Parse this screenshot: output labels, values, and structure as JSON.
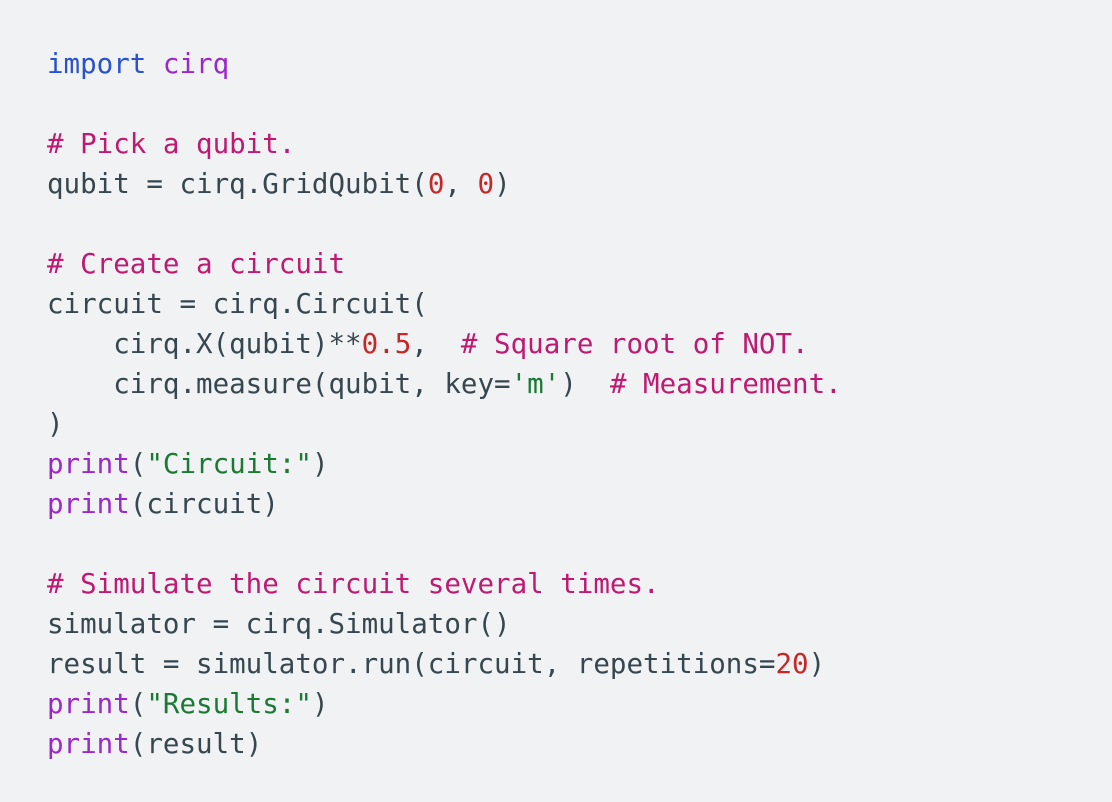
{
  "editor": {
    "language": "python",
    "background_color": "#f0f2f4",
    "default_text_color": "#37474f",
    "theme_colors": {
      "keyword": "#2a52cc",
      "module": "#9b29c9",
      "comment": "#bf1a72",
      "string": "#1a7a33",
      "number": "#c62828",
      "builtin": "#9b29c9",
      "plain": "#37474f"
    }
  },
  "code": {
    "lines": [
      {
        "index": 1,
        "text": "import cirq",
        "tokens": [
          {
            "t": "import",
            "c": "kw"
          },
          {
            "t": " ",
            "c": "plain"
          },
          {
            "t": "cirq",
            "c": "module"
          }
        ]
      },
      {
        "index": 2,
        "text": "",
        "tokens": []
      },
      {
        "index": 3,
        "text": "# Pick a qubit.",
        "tokens": [
          {
            "t": "# Pick a qubit.",
            "c": "comment"
          }
        ]
      },
      {
        "index": 4,
        "text": "qubit = cirq.GridQubit(0, 0)",
        "tokens": [
          {
            "t": "qubit = cirq.GridQubit(",
            "c": "plain"
          },
          {
            "t": "0",
            "c": "number"
          },
          {
            "t": ", ",
            "c": "plain"
          },
          {
            "t": "0",
            "c": "number"
          },
          {
            "t": ")",
            "c": "plain"
          }
        ]
      },
      {
        "index": 5,
        "text": "",
        "tokens": []
      },
      {
        "index": 6,
        "text": "# Create a circuit",
        "tokens": [
          {
            "t": "# Create a circuit",
            "c": "comment"
          }
        ]
      },
      {
        "index": 7,
        "text": "circuit = cirq.Circuit(",
        "tokens": [
          {
            "t": "circuit = cirq.Circuit(",
            "c": "plain"
          }
        ]
      },
      {
        "index": 8,
        "text": "    cirq.X(qubit)**0.5,  # Square root of NOT.",
        "tokens": [
          {
            "t": "    cirq.X(qubit)**",
            "c": "plain"
          },
          {
            "t": "0.5",
            "c": "number"
          },
          {
            "t": ",  ",
            "c": "plain"
          },
          {
            "t": "# Square root of NOT.",
            "c": "comment"
          }
        ]
      },
      {
        "index": 9,
        "text": "    cirq.measure(qubit, key='m')  # Measurement.",
        "tokens": [
          {
            "t": "    cirq.measure(qubit, key=",
            "c": "plain"
          },
          {
            "t": "'m'",
            "c": "string"
          },
          {
            "t": ")  ",
            "c": "plain"
          },
          {
            "t": "# Measurement.",
            "c": "comment"
          }
        ]
      },
      {
        "index": 10,
        "text": ")",
        "tokens": [
          {
            "t": ")",
            "c": "plain"
          }
        ]
      },
      {
        "index": 11,
        "text": "print(\"Circuit:\")",
        "tokens": [
          {
            "t": "print",
            "c": "builtin"
          },
          {
            "t": "(",
            "c": "plain"
          },
          {
            "t": "\"Circuit:\"",
            "c": "string"
          },
          {
            "t": ")",
            "c": "plain"
          }
        ]
      },
      {
        "index": 12,
        "text": "print(circuit)",
        "tokens": [
          {
            "t": "print",
            "c": "builtin"
          },
          {
            "t": "(circuit)",
            "c": "plain"
          }
        ]
      },
      {
        "index": 13,
        "text": "",
        "tokens": []
      },
      {
        "index": 14,
        "text": "# Simulate the circuit several times.",
        "tokens": [
          {
            "t": "# Simulate the circuit several times.",
            "c": "comment"
          }
        ]
      },
      {
        "index": 15,
        "text": "simulator = cirq.Simulator()",
        "tokens": [
          {
            "t": "simulator = cirq.Simulator()",
            "c": "plain"
          }
        ]
      },
      {
        "index": 16,
        "text": "result = simulator.run(circuit, repetitions=20)",
        "tokens": [
          {
            "t": "result = simulator.run(circuit, repetitions=",
            "c": "plain"
          },
          {
            "t": "20",
            "c": "number"
          },
          {
            "t": ")",
            "c": "plain"
          }
        ]
      },
      {
        "index": 17,
        "text": "print(\"Results:\")",
        "tokens": [
          {
            "t": "print",
            "c": "builtin"
          },
          {
            "t": "(",
            "c": "plain"
          },
          {
            "t": "\"Results:\"",
            "c": "string"
          },
          {
            "t": ")",
            "c": "plain"
          }
        ]
      },
      {
        "index": 18,
        "text": "print(result)",
        "tokens": [
          {
            "t": "print",
            "c": "builtin"
          },
          {
            "t": "(result)",
            "c": "plain"
          }
        ]
      }
    ]
  }
}
